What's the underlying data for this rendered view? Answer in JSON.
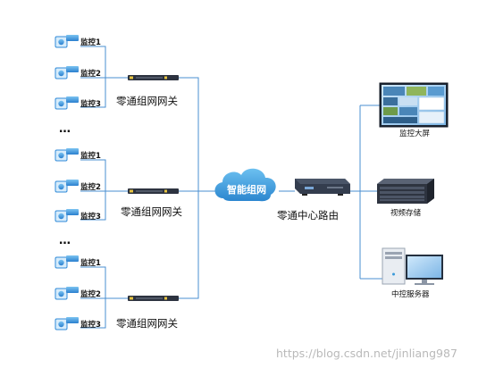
{
  "groups": [
    {
      "cameras": [
        "监控1",
        "监控2",
        "监控3"
      ],
      "gateway_label": "零通组网网关"
    },
    {
      "cameras": [
        "监控1",
        "监控2",
        "监控3"
      ],
      "gateway_label": "零通组网网关"
    },
    {
      "cameras": [
        "监控1",
        "监控2",
        "监控3"
      ],
      "gateway_label": "零通组网网关"
    }
  ],
  "ellipsis": "…",
  "cloud_label": "智能组网",
  "router_label": "零通中心路由",
  "devices": {
    "screen": "监控大屏",
    "storage": "视频存储",
    "server": "中控服务器"
  },
  "watermark": "https://blog.csdn.net/jinliang987",
  "colors": {
    "wire": "#4a8fd0",
    "cloud": "#3b9ad9",
    "camera": "#2f8ad8"
  }
}
